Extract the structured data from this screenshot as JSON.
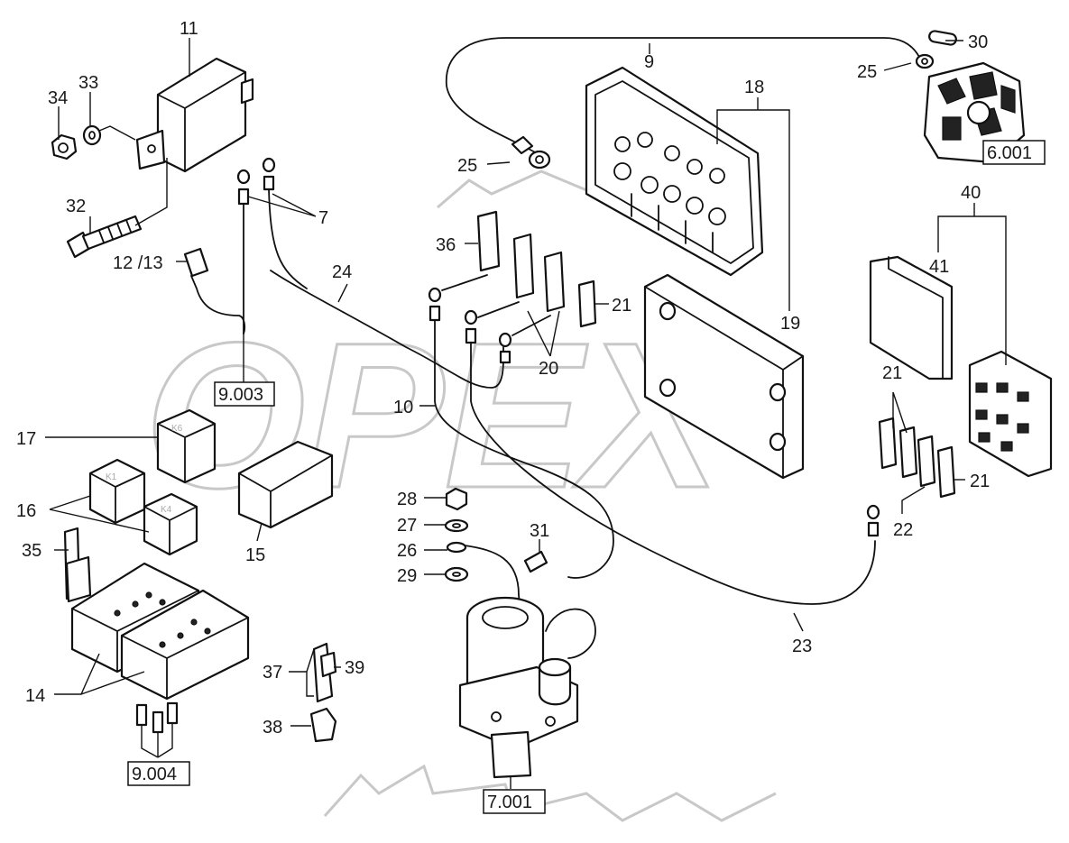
{
  "watermark": "OPEX",
  "callouts": {
    "c7": "7",
    "c9": "9",
    "c10": "10",
    "c11": "11",
    "c1213": "12 /13",
    "c14": "14",
    "c15": "15",
    "c16": "16",
    "c17": "17",
    "c18": "18",
    "c19": "19",
    "c20": "20",
    "c21a": "21",
    "c21b": "21",
    "c21c": "21",
    "c22": "22",
    "c23": "23",
    "c24": "24",
    "c25a": "25",
    "c25b": "25",
    "c26": "26",
    "c27": "27",
    "c28": "28",
    "c29": "29",
    "c30": "30",
    "c31": "31",
    "c32": "32",
    "c33": "33",
    "c34": "34",
    "c35": "35",
    "c36": "36",
    "c37": "37",
    "c38": "38",
    "c39": "39",
    "c40": "40",
    "c41": "41"
  },
  "references": {
    "r9003": "9.003",
    "r9004": "9.004",
    "r7001": "7.001",
    "r6001": "6.001"
  },
  "relay_marks": {
    "k1": "K1",
    "k4": "K4",
    "k6": "K6"
  }
}
